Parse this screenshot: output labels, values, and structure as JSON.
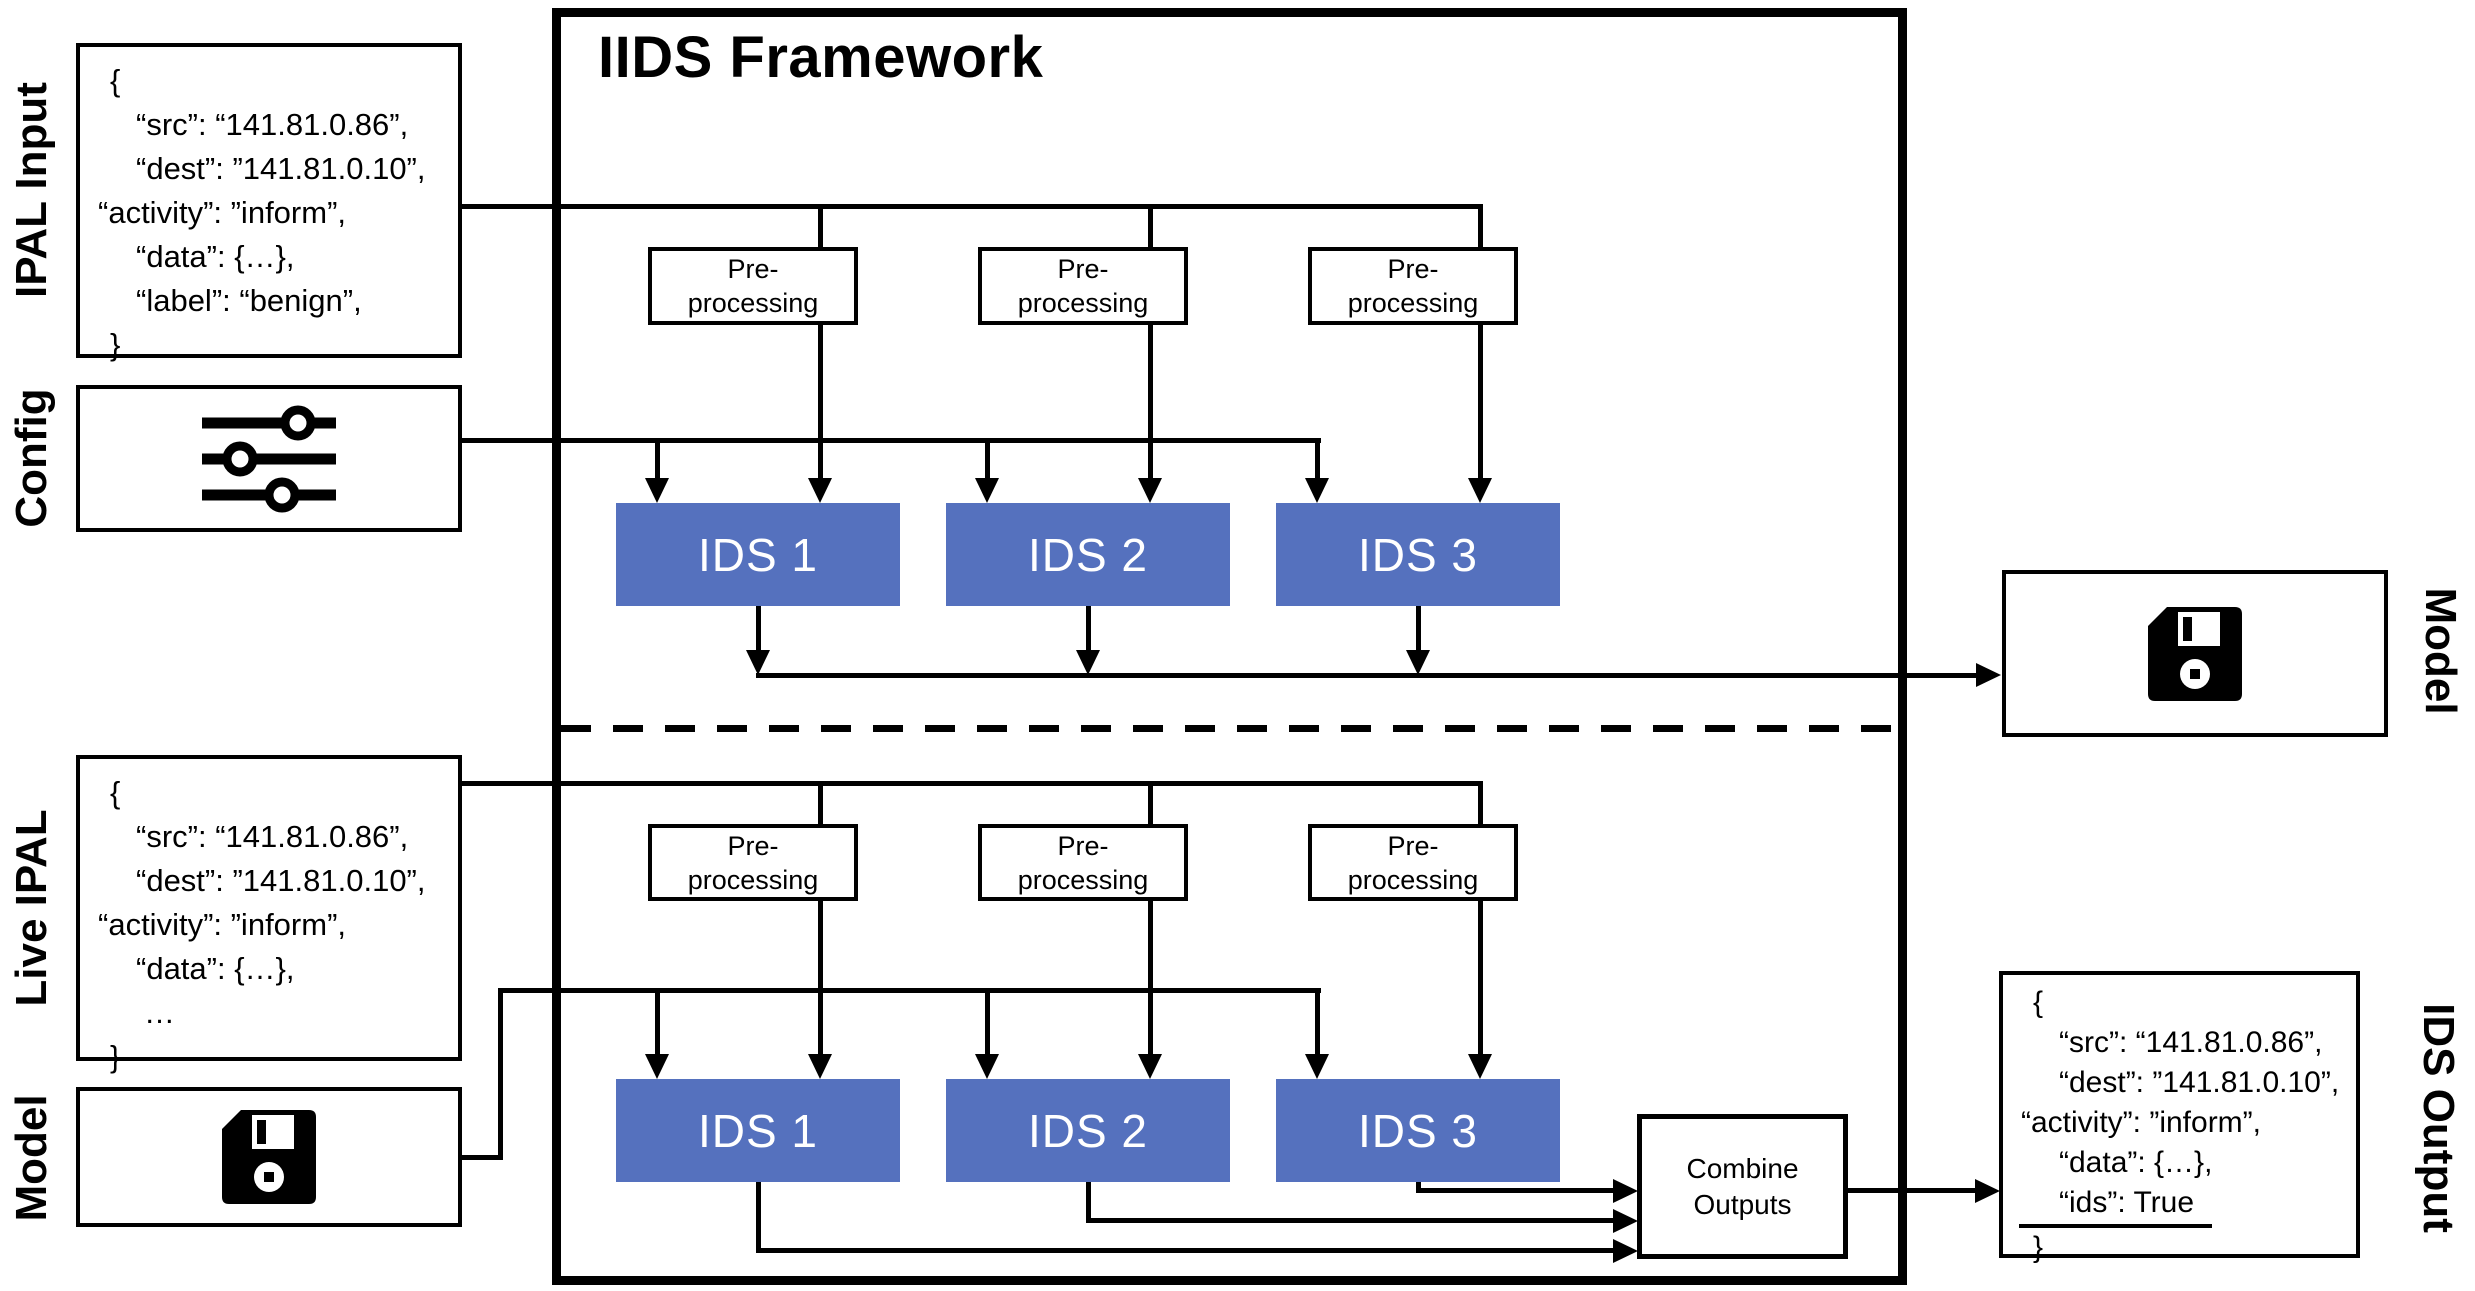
{
  "framework": {
    "title": "IIDS Framework"
  },
  "side_labels": {
    "ipal_input": "IPAL Input",
    "config": "Config",
    "live_ipal": "Live IPAL",
    "model_left": "Model",
    "model_right": "Model",
    "ids_output": "IDS Output"
  },
  "json_boxes": {
    "ipal_input": [
      "{",
      "“src”: “141.81.0.86”,",
      "“dest”: ”141.81.0.10”,",
      "“activity”: ”inform”,",
      "“data”: {…},",
      "“label”: “benign”,",
      "}"
    ],
    "live_ipal": [
      "{",
      "“src”: “141.81.0.86”,",
      "“dest”: ”141.81.0.10”,",
      "“activity”: ”inform”,",
      "“data”: {…},",
      "…",
      "}"
    ],
    "ids_output": [
      "{",
      "“src”: “141.81.0.86”,",
      "“dest”: ”141.81.0.10”,",
      "“activity”: ”inform”,",
      "“data”: {…},",
      "“ids”: True",
      "}"
    ]
  },
  "nodes": {
    "preprocessing_line1": "Pre-",
    "preprocessing_line2": "processing",
    "ids": [
      "IDS 1",
      "IDS 2",
      "IDS 3"
    ],
    "combine_line1": "Combine",
    "combine_line2": "Outputs"
  },
  "colors": {
    "ids_fill": "#5571BE",
    "ids_text": "#FFFFFF",
    "line": "#000000",
    "background": "#FFFFFF"
  },
  "icons": {
    "config_icon": "sliders-icon",
    "model_icon": "floppy-disk-icon"
  }
}
